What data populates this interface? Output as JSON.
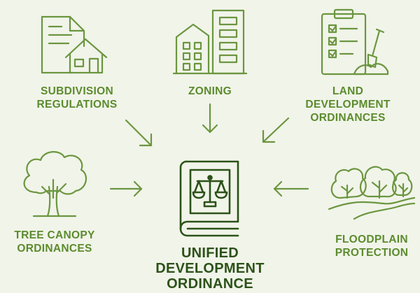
{
  "diagram": {
    "sources": [
      {
        "id": "subdivision",
        "icon": "house-document-icon",
        "lines": [
          "SUBDIVISION",
          "REGULATIONS"
        ]
      },
      {
        "id": "zoning",
        "icon": "buildings-icon",
        "lines": [
          "ZONING"
        ]
      },
      {
        "id": "land-development",
        "icon": "clipboard-shovel-icon",
        "lines": [
          "LAND",
          "DEVELOPMENT",
          "ORDINANCES"
        ]
      },
      {
        "id": "tree-canopy",
        "icon": "tree-icon",
        "lines": [
          "TREE CANOPY",
          "ORDINANCES"
        ]
      },
      {
        "id": "floodplain",
        "icon": "trees-river-icon",
        "lines": [
          "FLOODPLAIN",
          "PROTECTION"
        ]
      }
    ],
    "center": {
      "icon": "law-book-scales-icon",
      "lines": [
        "UNIFIED",
        "DEVELOPMENT",
        "ORDINANCE"
      ]
    },
    "colors": {
      "background": "#f1f4e9",
      "light_green": "#6b9640",
      "label_green": "#5b8b2d",
      "dark_green": "#2c5219"
    }
  }
}
